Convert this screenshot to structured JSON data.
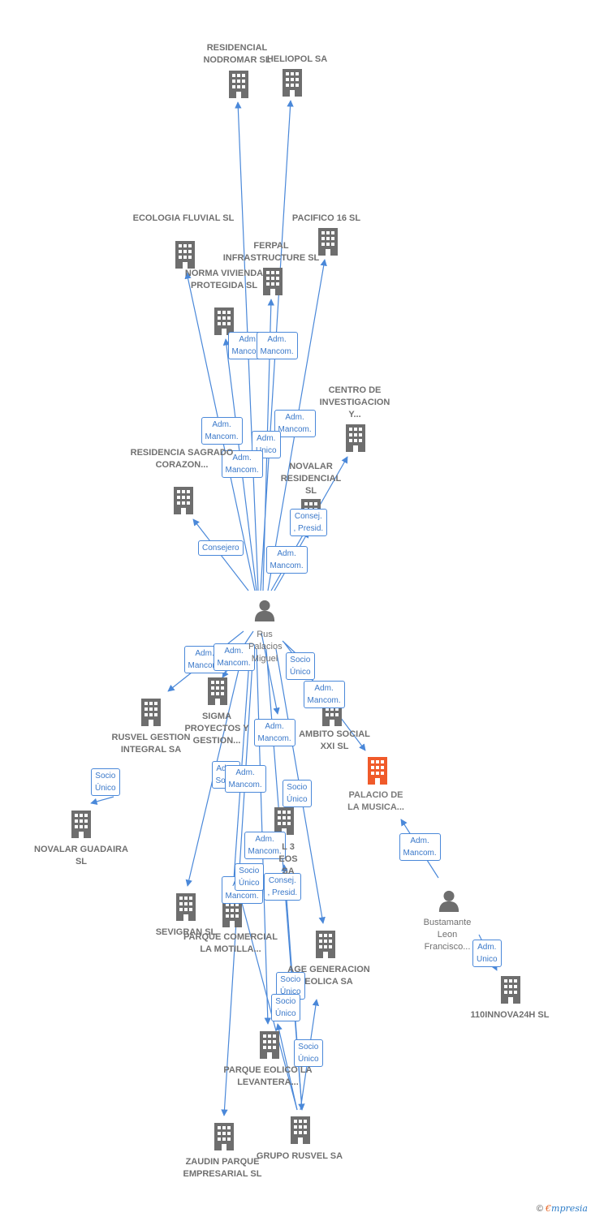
{
  "colors": {
    "edge": "#4a88d9",
    "building": "#6e6e6e",
    "focus": "#f05a2a",
    "person": "#6e6e6e"
  },
  "nodes": [
    {
      "id": "rus",
      "type": "person",
      "label": "Rus Palacios Miguel",
      "icon": "person-icon"
    },
    {
      "id": "bustamante",
      "type": "person",
      "label": "Bustamante Leon Francisco...",
      "icon": "person-icon"
    },
    {
      "id": "residencial_nodromar",
      "type": "company",
      "label": "RESIDENCIAL NODROMAR SL",
      "icon": "building-icon"
    },
    {
      "id": "heliopol",
      "type": "company",
      "label": "HELIOPOL SA",
      "icon": "building-icon"
    },
    {
      "id": "ecologia",
      "type": "company",
      "label": "ECOLOGIA FLUVIAL SL",
      "icon": "building-icon"
    },
    {
      "id": "pacifico",
      "type": "company",
      "label": "PACIFICO 16 SL",
      "icon": "building-icon"
    },
    {
      "id": "ferpal",
      "type": "company",
      "label": "FERPAL INFRASTRUCTURE SL",
      "icon": "building-icon"
    },
    {
      "id": "norma",
      "type": "company",
      "label": "NORMA VIVIENDA PROTEGIDA SL",
      "icon": "building-icon"
    },
    {
      "id": "centro",
      "type": "company",
      "label": "CENTRO DE INVESTIGACION Y...",
      "icon": "building-icon"
    },
    {
      "id": "sagrado",
      "type": "company",
      "label": "RESIDENCIA SAGRADO CORAZON...",
      "icon": "building-icon"
    },
    {
      "id": "novalar_res",
      "type": "company",
      "label": "NOVALAR RESIDENCIAL SL",
      "icon": "building-icon"
    },
    {
      "id": "sigma",
      "type": "company",
      "label": "SIGMA PROYECTOS Y GESTION...",
      "icon": "building-icon"
    },
    {
      "id": "rusvel_gestion",
      "type": "company",
      "label": "RUSVEL GESTION INTEGRAL SA",
      "icon": "building-icon"
    },
    {
      "id": "ambito",
      "type": "company",
      "label": "AMBITO SOCIAL XXI SL",
      "icon": "building-icon"
    },
    {
      "id": "palacio",
      "type": "focus",
      "label": "PALACIO DE LA MUSICA...",
      "icon": "building-icon"
    },
    {
      "id": "novalar_guadaira",
      "type": "company",
      "label": "NOVALAR GUADAIRA SL",
      "icon": "building-icon"
    },
    {
      "id": "l3",
      "type": "company",
      "label": "L 3 EOS SA",
      "icon": "building-icon"
    },
    {
      "id": "sevigran",
      "type": "company",
      "label": "SEVIGRAN SL",
      "icon": "building-icon"
    },
    {
      "id": "parque_motilla",
      "type": "company",
      "label": "PARQUE COMERCIAL LA MOTILLA...",
      "icon": "building-icon"
    },
    {
      "id": "age",
      "type": "company",
      "label": "AGE GENERACION EOLICA SA",
      "icon": "building-icon"
    },
    {
      "id": "innova",
      "type": "company",
      "label": "110INNOVA24H SL",
      "icon": "building-icon"
    },
    {
      "id": "parque_eolico",
      "type": "company",
      "label": "PARQUE EOLICO LA LEVANTERA...",
      "icon": "building-icon"
    },
    {
      "id": "zaudin",
      "type": "company",
      "label": "ZAUDIN PARQUE EMPRESARIAL SL",
      "icon": "building-icon"
    },
    {
      "id": "grupo_rusvel",
      "type": "company",
      "label": "GRUPO RUSVEL SA",
      "icon": "building-icon"
    }
  ],
  "edges": [
    {
      "from": "rus",
      "to": "residencial_nodromar",
      "label": "Adm. Mancom."
    },
    {
      "from": "rus",
      "to": "heliopol",
      "label": "Adm. Mancom."
    },
    {
      "from": "rus",
      "to": "ecologia",
      "label": "Adm. Mancom."
    },
    {
      "from": "rus",
      "to": "pacifico",
      "label": "Adm. Mancom."
    },
    {
      "from": "rus",
      "to": "ferpal",
      "label": "Adm. Unico"
    },
    {
      "from": "rus",
      "to": "norma",
      "label": "Adm. Mancom."
    },
    {
      "from": "rus",
      "to": "centro",
      "label": "Consej. , Presid."
    },
    {
      "from": "rus",
      "to": "sagrado",
      "label": "Consejero"
    },
    {
      "from": "rus",
      "to": "novalar_res",
      "label": "Adm. Mancom."
    },
    {
      "from": "rus",
      "to": "rusvel_gestion",
      "label": "Adm. Mancom."
    },
    {
      "from": "rus",
      "to": "sigma",
      "label": "Adm. Mancom."
    },
    {
      "from": "rus",
      "to": "ambito",
      "label": "Socio Único"
    },
    {
      "from": "rus",
      "to": "palacio",
      "label": "Adm. Mancom."
    },
    {
      "from": "rus",
      "to": "l3",
      "label": "Adm. Mancom."
    },
    {
      "from": "rus",
      "to": "sevigran",
      "label": "Adm. Solid."
    },
    {
      "from": "rus",
      "to": "parque_motilla",
      "label": "Adm. Mancom."
    },
    {
      "from": "rus",
      "to": "age",
      "label": "Socio Único"
    },
    {
      "from": "rus",
      "to": "parque_eolico",
      "label": "Adm. Mancom."
    },
    {
      "from": "rus",
      "to": "zaudin",
      "label": "Adm. Mancom."
    },
    {
      "from": "rus",
      "to": "grupo_rusvel",
      "label": "Consej. , Presid."
    },
    {
      "from": "rusvel_gestion",
      "to": "novalar_guadaira",
      "label": "Socio Único"
    },
    {
      "from": "grupo_rusvel",
      "to": "parque_motilla",
      "label": "Socio Único"
    },
    {
      "from": "grupo_rusvel",
      "to": "parque_eolico",
      "label": "Socio Único"
    },
    {
      "from": "grupo_rusvel",
      "to": "age",
      "label": "Socio Único"
    },
    {
      "from": "grupo_rusvel",
      "to": "l3",
      "label": "Socio Único"
    },
    {
      "from": "bustamante",
      "to": "palacio",
      "label": "Adm. Mancom."
    },
    {
      "from": "bustamante",
      "to": "innova",
      "label": "Adm. Unico"
    }
  ],
  "footer": {
    "copyright": "©",
    "brand_e": "€",
    "brand_rest": "mpresia"
  }
}
